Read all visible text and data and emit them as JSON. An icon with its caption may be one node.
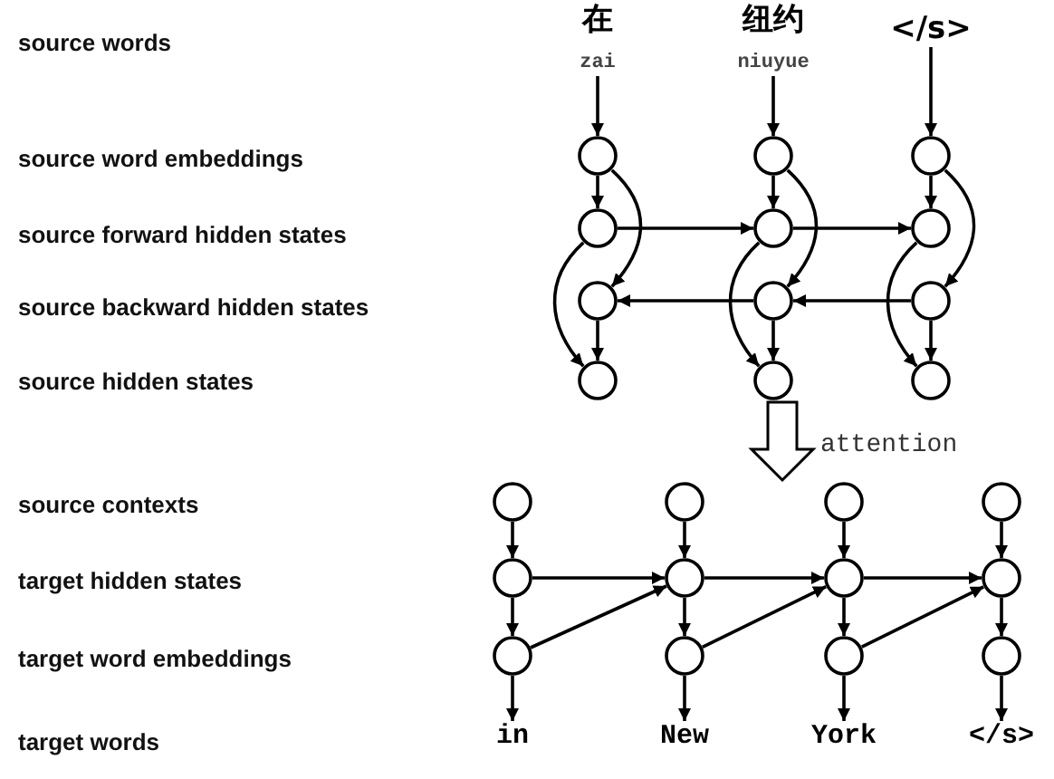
{
  "diagram": {
    "nodes": [
      {
        "text": [
          "在"
        ],
        "beside": [
          "zai"
        ]
      },
      {
        "text": [
          "纽约"
        ],
        "beside": [
          "niuyue"
        ]
      },
      {
        "text": [
          "</s>"
        ]
      },
      {
        "text": [],
        "shape": "circle"
      },
      {
        "text": [],
        "shape": "circle"
      },
      {
        "text": [],
        "shape": "circle"
      },
      {
        "text": [],
        "shape": "circle"
      },
      {
        "text": [],
        "shape": "circle"
      },
      {
        "text": [],
        "shape": "circle"
      },
      {
        "text": [],
        "shape": "circle"
      },
      {
        "text": [],
        "shape": "circle"
      },
      {
        "text": [],
        "shape": "circle"
      },
      {
        "text": [],
        "shape": "circle"
      },
      {
        "text": [],
        "shape": "circle"
      },
      {
        "text": [],
        "shape": "circle"
      },
      {
        "text": [],
        "shape": "circle"
      },
      {
        "text": [],
        "shape": "circle"
      },
      {
        "text": [],
        "shape": "circle"
      },
      {
        "text": [],
        "shape": "circle"
      },
      {
        "text": [],
        "shape": "circle"
      },
      {
        "text": [],
        "shape": "circle"
      },
      {
        "text": [],
        "shape": "circle"
      },
      {
        "text": [],
        "shape": "circle"
      },
      {
        "text": [],
        "shape": "circle"
      },
      {
        "text": [],
        "shape": "circle"
      },
      {
        "text": [],
        "shape": "circle"
      },
      {
        "text": [],
        "shape": "circle"
      },
      {
        "text": [
          "in"
        ]
      },
      {
        "text": [
          "New"
        ]
      },
      {
        "text": [
          "York"
        ]
      },
      {
        "text": [
          "</s>"
        ]
      }
    ],
    "edges": [
      {
        "from": 0,
        "to": 3,
        "arrow": "to"
      },
      {
        "from": 1,
        "to": 4,
        "arrow": "to"
      },
      {
        "from": 2,
        "to": 5,
        "arrow": "to"
      },
      {
        "from": 3,
        "to": 6,
        "arrow": "to"
      },
      {
        "from": 4,
        "to": 7,
        "arrow": "to"
      },
      {
        "from": 5,
        "to": 8,
        "arrow": "to"
      },
      {
        "from": 3,
        "to": 9,
        "arrow": "to"
      },
      {
        "from": 4,
        "to": 10,
        "arrow": "to"
      },
      {
        "from": 5,
        "to": 11,
        "arrow": "to"
      },
      {
        "from": 6,
        "to": 7,
        "arrow": "to"
      },
      {
        "from": 7,
        "to": 8,
        "arrow": "to"
      },
      {
        "from": 11,
        "to": 10,
        "arrow": "to"
      },
      {
        "from": 10,
        "to": 9,
        "arrow": "to"
      },
      {
        "from": 6,
        "to": 12,
        "arrow": "to"
      },
      {
        "from": 7,
        "to": 13,
        "arrow": "to"
      },
      {
        "from": 8,
        "to": 14,
        "arrow": "to"
      },
      {
        "from": 9,
        "to": 12,
        "arrow": "to"
      },
      {
        "from": 10,
        "to": 13,
        "arrow": "to"
      },
      {
        "from": 11,
        "to": 14,
        "arrow": "to"
      },
      {
        "from": 15,
        "to": 19,
        "arrow": "to"
      },
      {
        "from": 16,
        "to": 20,
        "arrow": "to"
      },
      {
        "from": 17,
        "to": 21,
        "arrow": "to"
      },
      {
        "from": 18,
        "to": 22,
        "arrow": "to"
      },
      {
        "from": 19,
        "to": 23,
        "arrow": "to"
      },
      {
        "from": 20,
        "to": 24,
        "arrow": "to"
      },
      {
        "from": 21,
        "to": 25,
        "arrow": "to"
      },
      {
        "from": 22,
        "to": 26,
        "arrow": "to"
      },
      {
        "from": 23,
        "to": 27,
        "arrow": "to"
      },
      {
        "from": 24,
        "to": 28,
        "arrow": "to"
      },
      {
        "from": 25,
        "to": 29,
        "arrow": "to"
      },
      {
        "from": 26,
        "to": 30,
        "arrow": "to"
      },
      {
        "from": 19,
        "to": 20,
        "arrow": "to"
      },
      {
        "from": 20,
        "to": 21,
        "arrow": "to"
      },
      {
        "from": 21,
        "to": 22,
        "arrow": "to"
      },
      {
        "from": 23,
        "to": 20,
        "arrow": "to"
      },
      {
        "from": 24,
        "to": 21,
        "arrow": "to"
      },
      {
        "from": 25,
        "to": 22,
        "arrow": "to"
      },
      {
        "from": 13,
        "to": 17,
        "arrow": "to",
        "style": "thick",
        "label": "attention"
      }
    ],
    "labels": [
      "source words",
      "source word embeddings",
      "source forward hidden states",
      "source backward hidden states",
      "source hidden states",
      "source contexts",
      "target hidden states",
      "target word embeddings",
      "target words"
    ]
  }
}
